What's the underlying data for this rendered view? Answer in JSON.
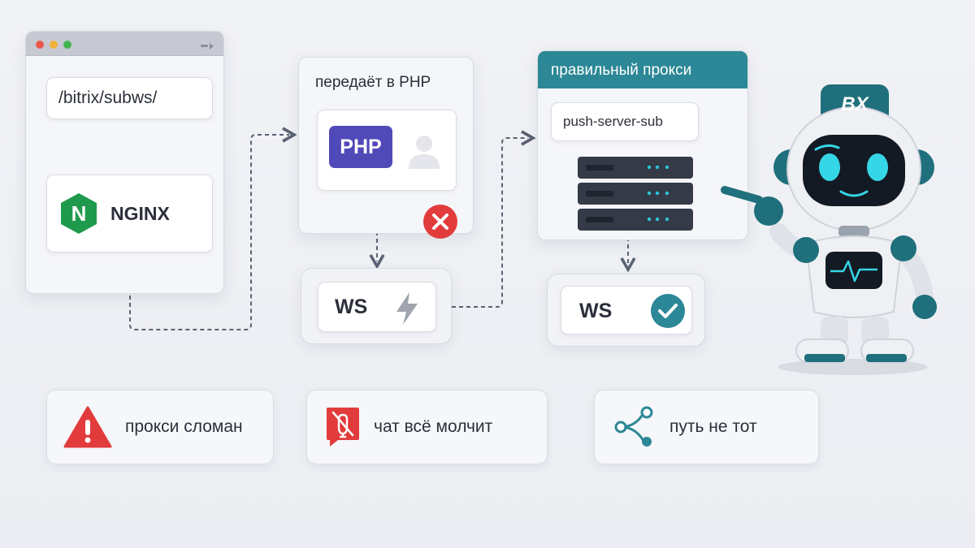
{
  "browser": {
    "url": "/bitrix/subws/",
    "server_label": "NGINX",
    "server_logo_letter": "N"
  },
  "php_group": {
    "title": "передаёт в PHP",
    "php_label": "PHP"
  },
  "ws_broken": {
    "label": "WS"
  },
  "proxy_group": {
    "title": "правильный прокси",
    "endpoint": "push-server-sub"
  },
  "ws_ok": {
    "label": "WS"
  },
  "robot": {
    "badge": "BX"
  },
  "issues": [
    {
      "label": "прокси сломан",
      "icon": "warning-icon"
    },
    {
      "label": "чат всё молчит",
      "icon": "muted-chat-icon"
    },
    {
      "label": "путь не тот",
      "icon": "route-icon"
    }
  ],
  "colors": {
    "teal": "#2c8896",
    "nginx_green": "#1f9a4c",
    "php_purple": "#5049b8",
    "error_red": "#e23b3b"
  }
}
